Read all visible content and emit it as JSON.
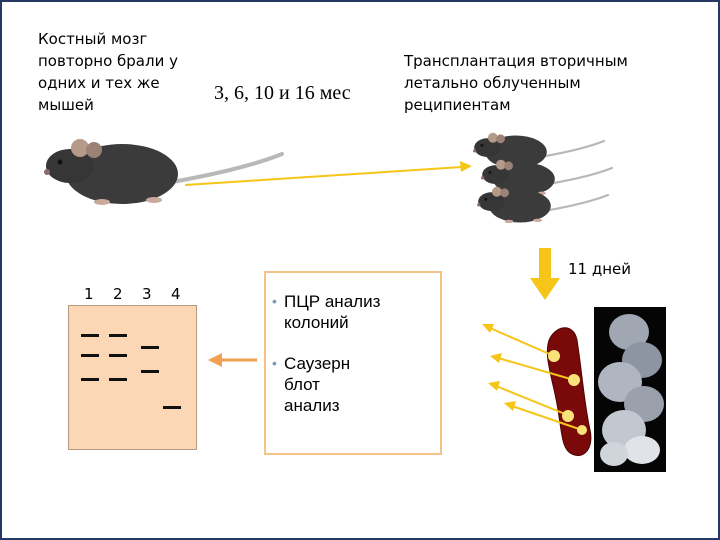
{
  "left_note": [
    "Костный мозг",
    "повторно брали у",
    "одних и тех же",
    "мышей"
  ],
  "interval": "3, 6, 10 и 16 мес",
  "right_note": [
    "Трансплантация вторичным",
    "летально облученным",
    "реципиентам"
  ],
  "days": "11 дней",
  "lanes": [
    "1",
    "2",
    "3",
    "4"
  ],
  "methods": [
    {
      "lines": [
        "ПЦР анализ",
        "колоний"
      ]
    },
    {
      "lines": [
        "Саузерн",
        "блот",
        "анализ"
      ]
    }
  ],
  "colors": {
    "border": "#243a63",
    "arrow": "#f5c518",
    "arrow_orange": "#f0a050",
    "gel": "#fbd7b5",
    "bone": "#7a0a0a"
  },
  "icons": [
    "mouse-icon",
    "bone-icon",
    "colony-image-icon"
  ]
}
